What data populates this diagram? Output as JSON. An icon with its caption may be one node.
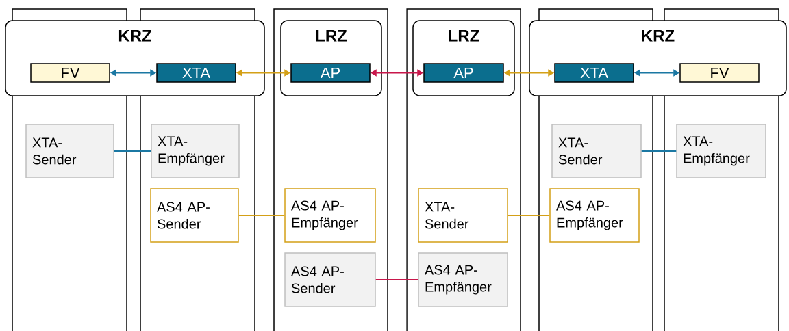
{
  "diagram": {
    "nodes": [
      {
        "text": [
          "KRZ"
        ]
      },
      {
        "text": [
          "FV"
        ],
        "in": 0
      },
      {
        "text": [
          "XTA"
        ],
        "in": 0
      },
      {
        "text": [
          "LRZ"
        ]
      },
      {
        "text": [
          "AP"
        ],
        "in": 3
      },
      {
        "text": [
          "LRZ"
        ]
      },
      {
        "text": [
          "AP"
        ],
        "in": 5
      },
      {
        "text": [
          "KRZ"
        ]
      },
      {
        "text": [
          "XTA"
        ],
        "in": 7
      },
      {
        "text": [
          "FV"
        ],
        "in": 7
      },
      {
        "text": [
          "XTA- Sender"
        ]
      },
      {
        "text": [
          "XTA- Empfänger"
        ]
      },
      {
        "text": [
          "XTA- Sender"
        ]
      },
      {
        "text": [
          "XTA- Empfänger"
        ]
      },
      {
        "text": [
          "AS4 AP- Sender"
        ]
      },
      {
        "text": [
          "AS4 AP- Empfänger"
        ]
      },
      {
        "text": [
          "XTA- Sender"
        ]
      },
      {
        "text": [
          "AS4 AP- Empfänger"
        ]
      },
      {
        "text": [
          "AS4 AP- Sender"
        ]
      },
      {
        "text": [
          "AS4 AP- Empfänger"
        ]
      }
    ],
    "edges": [
      {
        "from": 1,
        "to": 2,
        "arrow": "both",
        "color": "#1b78a3"
      },
      {
        "from": 2,
        "to": 4,
        "arrow": "both",
        "color": "#d4a017"
      },
      {
        "from": 4,
        "to": 6,
        "arrow": "both",
        "color": "#c8174b"
      },
      {
        "from": 6,
        "to": 8,
        "arrow": "both",
        "color": "#d4a017"
      },
      {
        "from": 8,
        "to": 9,
        "arrow": "both",
        "color": "#1b78a3"
      },
      {
        "from": 10,
        "to": 11,
        "arrow": "none",
        "color": "#1b78a3"
      },
      {
        "from": 12,
        "to": 13,
        "arrow": "none",
        "color": "#1b78a3"
      },
      {
        "from": 14,
        "to": 15,
        "arrow": "none",
        "color": "#d4a017"
      },
      {
        "from": 16,
        "to": 17,
        "arrow": "none",
        "color": "#d4a017"
      },
      {
        "from": 18,
        "to": 19,
        "arrow": "none",
        "color": "#c8174b"
      }
    ]
  }
}
